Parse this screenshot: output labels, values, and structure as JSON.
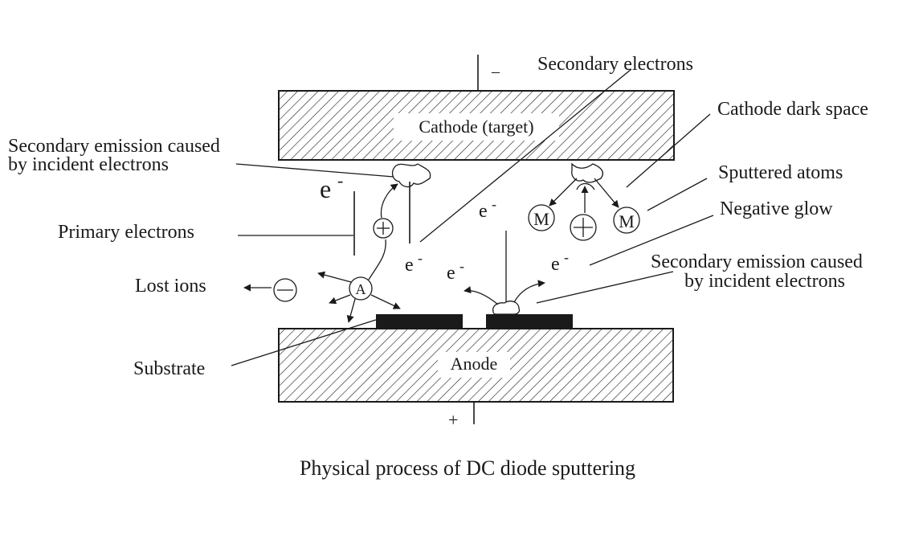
{
  "diagram": {
    "caption": "Physical process of DC diode sputtering",
    "electrodes": {
      "cathode_label": "Cathode (target)",
      "anode_label": "Anode",
      "cathode_polarity": "–",
      "anode_polarity": "+"
    },
    "labels": {
      "secondary_electrons": "Secondary electrons",
      "cathode_dark_space": "Cathode dark space",
      "secondary_emission_top_line1": "Secondary emission caused",
      "secondary_emission_top_line2": "by incident electrons",
      "sputtered_atoms": "Sputtered atoms",
      "negative_glow": "Negative glow",
      "primary_electrons": "Primary electrons",
      "secondary_emission_right_line1": "Secondary emission caused",
      "secondary_emission_right_line2": "by incident electrons",
      "lost_ions": "Lost ions",
      "substrate": "Substrate"
    },
    "particles": {
      "electron_symbol": "e",
      "electron_superscript": "-",
      "atom_symbol": "M",
      "argon_symbol": "A"
    }
  }
}
